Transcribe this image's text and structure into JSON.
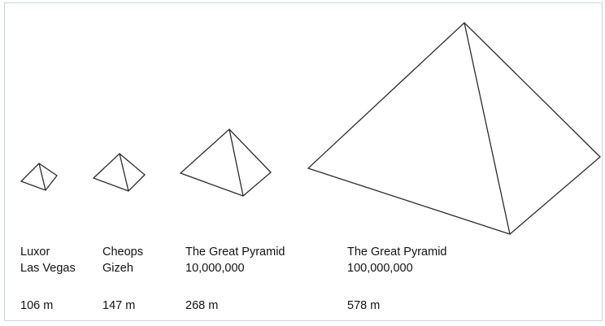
{
  "pyramids": [
    {
      "name": "Luxor",
      "location": "Las Vegas",
      "height": "106 m"
    },
    {
      "name": "Cheops",
      "location": "Gizeh",
      "height": "147 m"
    },
    {
      "name": "The Great Pyramid",
      "location": "10,000,000",
      "height": "268 m"
    },
    {
      "name": "The Great Pyramid",
      "location": "100,000,000",
      "height": "578 m"
    }
  ]
}
